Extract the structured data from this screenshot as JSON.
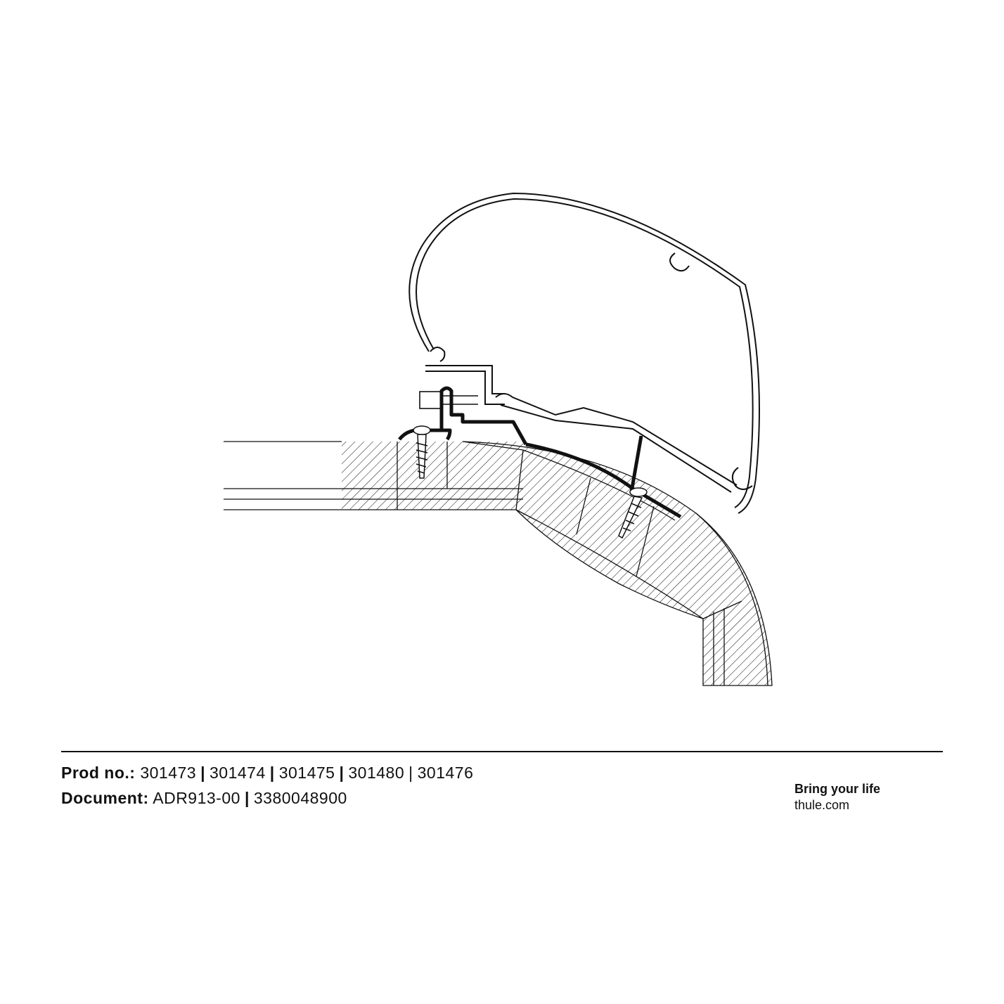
{
  "footer": {
    "prod_label": "Prod no.:",
    "prod_numbers": [
      "301473",
      "301474",
      "301475",
      "301480",
      "301476"
    ],
    "doc_label": "Document:",
    "doc_numbers": [
      "ADR913-00",
      "3380048900"
    ],
    "tagline": "Bring your life",
    "website": "thule.com"
  }
}
